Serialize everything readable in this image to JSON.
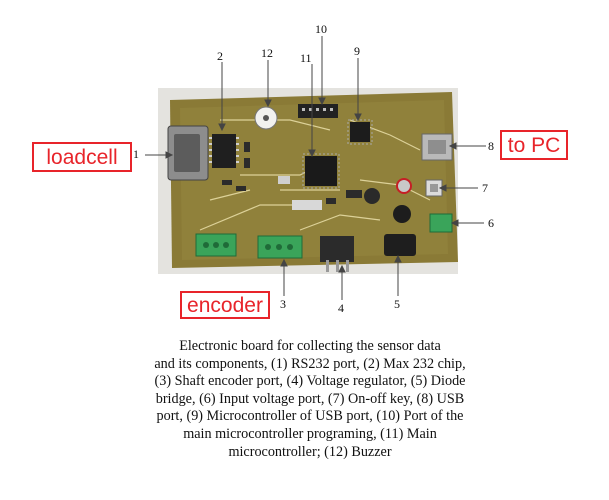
{
  "colors": {
    "board": "#8a7a36",
    "board_light": "#a3944a",
    "photo_bg": "#e4e3df",
    "callout": "#e8242a",
    "terminal": "#3aa45a",
    "trace": "#f0e6b0"
  },
  "callouts": {
    "loadcell": "loadcell",
    "encoder": "encoder",
    "to_pc": "to PC"
  },
  "numbers": {
    "n1": "1",
    "n2": "2",
    "n3": "3",
    "n4": "4",
    "n5": "5",
    "n6": "6",
    "n7": "7",
    "n8": "8",
    "n9": "9",
    "n10": "10",
    "n11": "11",
    "n12": "12"
  },
  "caption": {
    "lines": [
      "Electronic board for collecting the sensor data",
      "and its components, (1) RS232 port, (2) Max 232 chip,",
      "(3) Shaft encoder port, (4) Voltage regulator, (5) Diode",
      "bridge, (6) Input voltage port, (7) On-off key, (8) USB",
      "port, (9) Microcontroller of USB port, (10) Port of the",
      "main microcontroller programing, (11) Main",
      "microcontroller; (12) Buzzer"
    ]
  }
}
